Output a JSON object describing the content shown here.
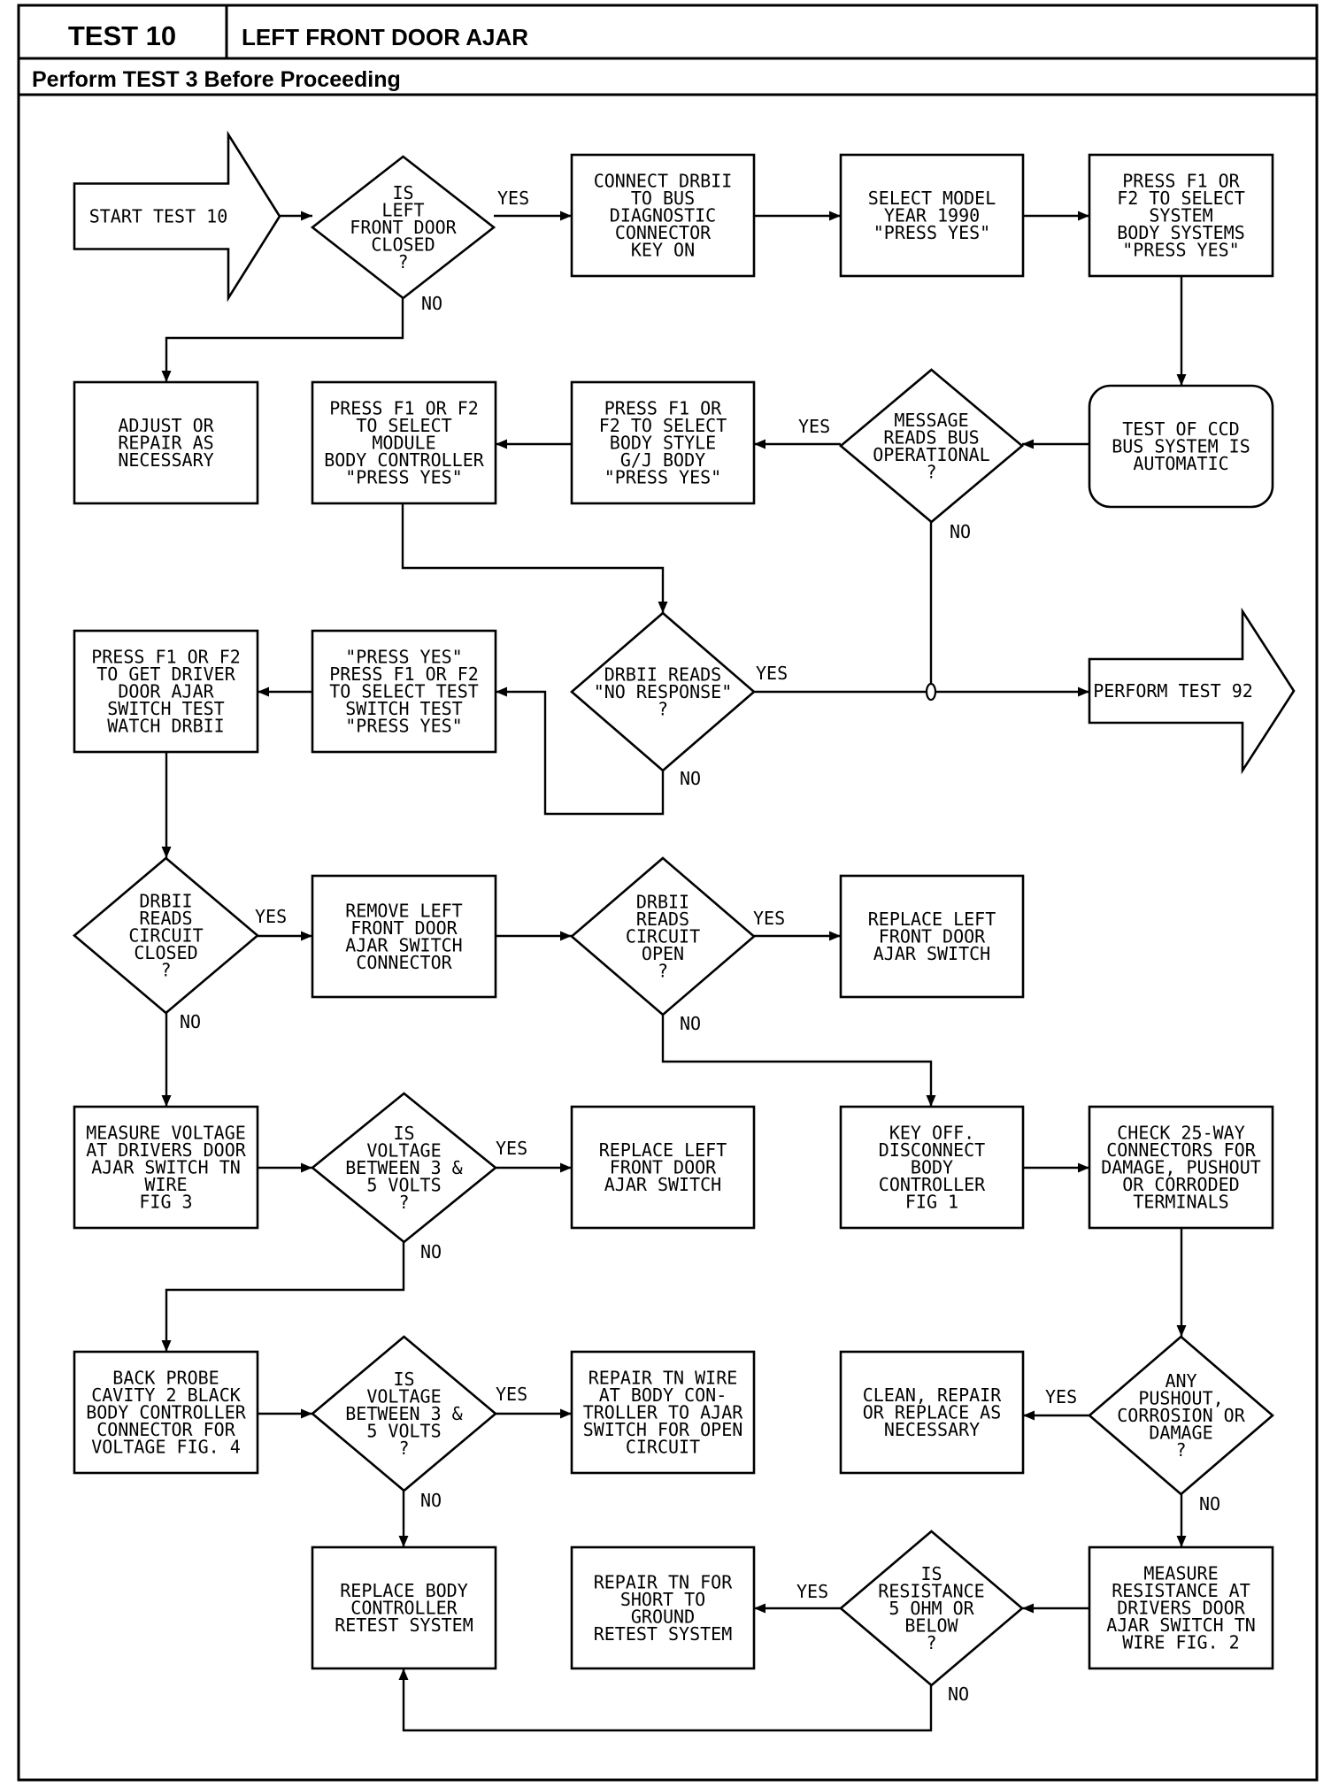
{
  "header": {
    "test_label": "TEST 10",
    "title": "LEFT FRONT DOOR AJAR",
    "subtitle": "Perform TEST 3 Before Proceeding"
  },
  "nodes": {
    "start": [
      "START TEST 10"
    ],
    "d1": [
      "IS",
      "LEFT",
      "FRONT DOOR",
      "CLOSED",
      "?"
    ],
    "b1": [
      "CONNECT DRBII",
      "TO BUS",
      "DIAGNOSTIC",
      "CONNECTOR",
      "KEY ON"
    ],
    "b2": [
      "SELECT MODEL",
      "YEAR 1990",
      "\"PRESS YES\""
    ],
    "b3": [
      "PRESS F1 OR",
      "F2 TO SELECT",
      "SYSTEM",
      "BODY SYSTEMS",
      "\"PRESS YES\""
    ],
    "adjust": [
      "ADJUST OR",
      "REPAIR AS",
      "NECESSARY"
    ],
    "b5": [
      "PRESS F1 OR F2",
      "TO SELECT",
      "MODULE",
      "BODY CONTROLLER",
      "\"PRESS YES\""
    ],
    "b6": [
      "PRESS F1 OR",
      "F2 TO SELECT",
      "BODY STYLE",
      "G/J BODY",
      "\"PRESS YES\""
    ],
    "d2": [
      "MESSAGE",
      "READS BUS",
      "OPERATIONAL",
      "?"
    ],
    "ccd": [
      "TEST OF CCD",
      "BUS SYSTEM IS",
      "AUTOMATIC"
    ],
    "b8": [
      "PRESS F1 OR F2",
      "TO GET DRIVER",
      "DOOR AJAR",
      "SWITCH TEST",
      "WATCH DRBII"
    ],
    "b9": [
      "\"PRESS YES\"",
      "PRESS F1 OR F2",
      "TO SELECT TEST",
      "SWITCH TEST",
      "\"PRESS YES\""
    ],
    "d3": [
      "DRBII READS",
      "\"NO RESPONSE\"",
      "?"
    ],
    "p92": [
      "PERFORM TEST 92"
    ],
    "d4": [
      "DRBII",
      "READS",
      "CIRCUIT",
      "CLOSED",
      "?"
    ],
    "b10": [
      "REMOVE LEFT",
      "FRONT DOOR",
      "AJAR SWITCH",
      "CONNECTOR"
    ],
    "d5": [
      "DRBII",
      "READS",
      "CIRCUIT",
      "OPEN",
      "?"
    ],
    "b11": [
      "REPLACE LEFT",
      "FRONT DOOR",
      "AJAR SWITCH"
    ],
    "b12": [
      "MEASURE VOLTAGE",
      "AT DRIVERS DOOR",
      "AJAR SWITCH TN",
      "WIRE",
      "FIG 3"
    ],
    "d6": [
      "IS",
      "VOLTAGE",
      "BETWEEN 3 &",
      "5 VOLTS",
      "?"
    ],
    "b13": [
      "REPLACE LEFT",
      "FRONT DOOR",
      "AJAR SWITCH"
    ],
    "b14": [
      "KEY OFF.",
      "DISCONNECT",
      "BODY",
      "CONTROLLER",
      "FIG 1"
    ],
    "b15": [
      "CHECK 25-WAY",
      "CONNECTORS FOR",
      "DAMAGE, PUSHOUT",
      "OR CORRODED",
      "TERMINALS"
    ],
    "b16": [
      "BACK PROBE",
      "CAVITY 2 BLACK",
      "BODY CONTROLLER",
      "CONNECTOR FOR",
      "VOLTAGE FIG. 4"
    ],
    "d7": [
      "IS",
      "VOLTAGE",
      "BETWEEN 3 &",
      "5 VOLTS",
      "?"
    ],
    "b17": [
      "REPAIR TN WIRE",
      "AT BODY CON-",
      "TROLLER TO AJAR",
      "SWITCH FOR OPEN",
      "CIRCUIT"
    ],
    "b18": [
      "CLEAN, REPAIR",
      "OR REPLACE AS",
      "NECESSARY"
    ],
    "d8": [
      "ANY",
      "PUSHOUT,",
      "CORROSION OR",
      "DAMAGE",
      "?"
    ],
    "b19": [
      "REPLACE BODY",
      "CONTROLLER",
      "RETEST SYSTEM"
    ],
    "b20": [
      "REPAIR TN FOR",
      "SHORT TO",
      "GROUND",
      "RETEST SYSTEM"
    ],
    "d9": [
      "IS",
      "RESISTANCE",
      "5 OHM OR",
      "BELOW",
      "?"
    ],
    "b21": [
      "MEASURE",
      "RESISTANCE AT",
      "DRIVERS DOOR",
      "AJAR SWITCH TN",
      "WIRE FIG. 2"
    ]
  },
  "edge_labels": {
    "yes": "YES",
    "no": "NO"
  }
}
